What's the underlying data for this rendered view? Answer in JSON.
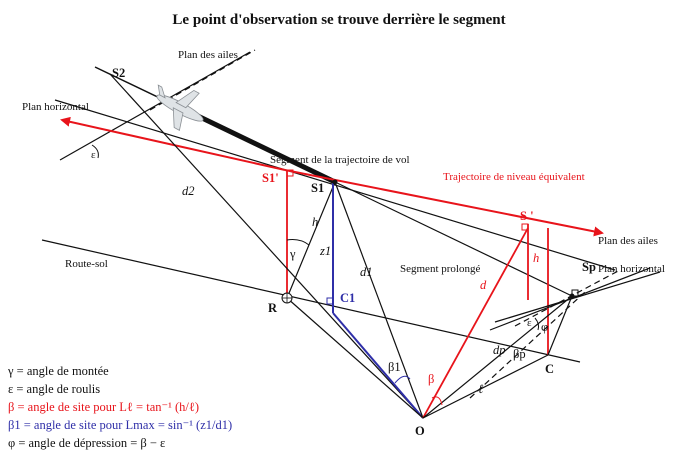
{
  "title": "Le point d'observation se trouve derrière le segment",
  "labels": {
    "S2": "S2",
    "plan_ailes_top": "Plan des ailes",
    "plan_horizontal_left": "Plan horizontal",
    "segment_trajectoire": "Segment de la trajectoire de vol",
    "S1p": "S1'",
    "S1": "S1",
    "trajectoire_niveau": "Trajectoire de niveau équivalent",
    "S_prime": "S '",
    "plan_ailes_right": "Plan des ailes",
    "plan_horizontal_right": "Plan horizontal",
    "Sp": "Sp",
    "d2": "d2",
    "h_left": "h",
    "gamma": "γ",
    "z1": "z1",
    "d1": "d1",
    "segment_prolonge": "Segment prolongé",
    "h_right": "h",
    "d_red": "d",
    "route_sol": "Route-sol",
    "R": "R",
    "C1": "C1",
    "beta1": "β1",
    "beta": "β",
    "phi": "φ",
    "epsilon_top": "ε",
    "epsilon_right": "ε",
    "dp": "dp",
    "betap": "βp",
    "ell": "ℓ",
    "C": "C",
    "O": "O"
  },
  "legend": [
    {
      "text": "γ = angle de montée",
      "color": "#111111"
    },
    {
      "text": "ε = angle de roulis",
      "color": "#111111"
    },
    {
      "text": "β = angle de site pour Lℓ = tan⁻¹ (h/ℓ)",
      "color": "#e8141b"
    },
    {
      "text": "β1 = angle de site pour Lmax = sin⁻¹ (z1/d1)",
      "color": "#2f2fa8"
    },
    {
      "text": "φ = angle de dépression = β − ε",
      "color": "#111111"
    }
  ],
  "colors": {
    "red": "#e8141b",
    "blue": "#2f2fa8",
    "black": "#111111"
  }
}
